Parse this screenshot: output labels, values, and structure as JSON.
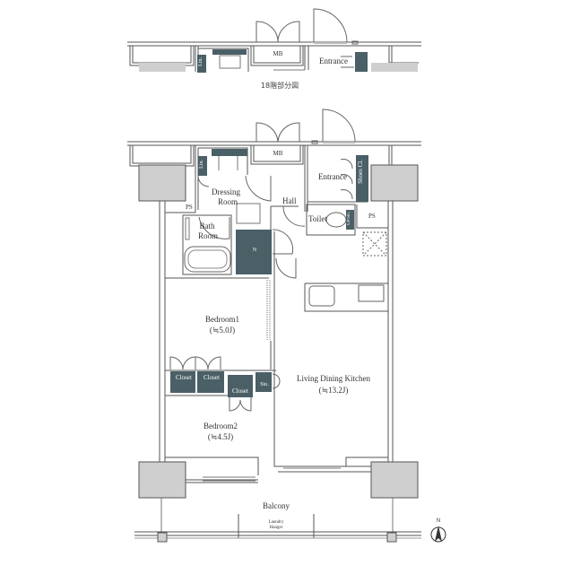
{
  "partial_plan": {
    "caption": "18階部分図",
    "labels": {
      "mb": "MB",
      "entrance": "Entrance",
      "lin": "Lin."
    }
  },
  "main_plan": {
    "rooms": {
      "dressing_room": "Dressing",
      "dressing_room_2": "Room",
      "bath_room": "Bath",
      "bath_room_2": "Room",
      "hall": "Hall",
      "entrance": "Entrance",
      "toilet": "Toilet",
      "mb": "MB",
      "ps_left": "PS",
      "ps_right": "PS",
      "bedroom1": "Bedroom1",
      "bedroom1_size": "(≒5.0J)",
      "bedroom2": "Bedroom2",
      "bedroom2_size": "(≒4.5J)",
      "ldk": "Living Dining Kitchen",
      "ldk_size": "(≒13.2J)",
      "balcony": "Balcony",
      "laundry_1": "Laundry",
      "laundry_2": "Hanger"
    },
    "storage": {
      "lin": "Lin.",
      "shoes_cl": "Shoes Cl.",
      "up_sto": "UP.Sto.",
      "n": "N",
      "closet_1": "Closet",
      "closet_2": "Closet",
      "closet_3": "Closet",
      "sto": "Sto."
    },
    "compass": "N"
  },
  "colors": {
    "storage_fill": "#4a5f66",
    "column_fill": "#cfcfcf",
    "wall_line": "#555555"
  }
}
